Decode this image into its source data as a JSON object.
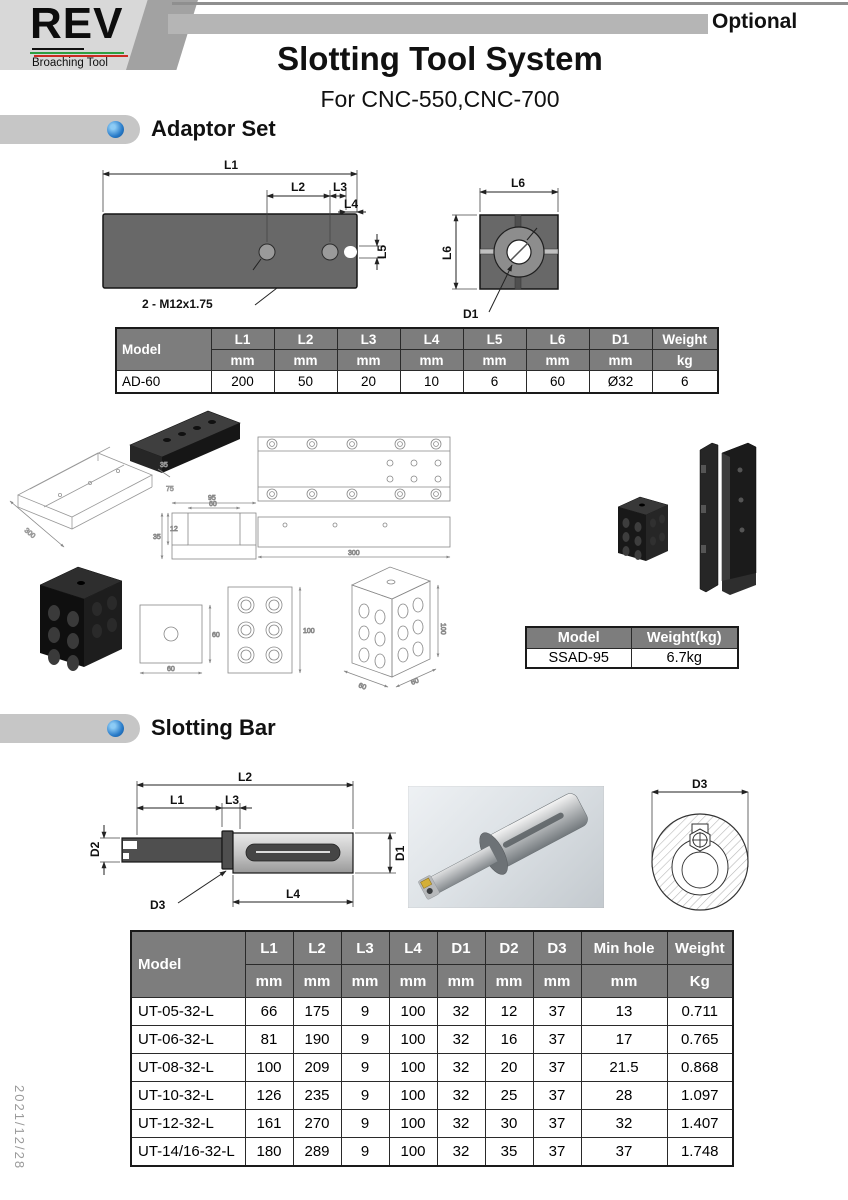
{
  "header": {
    "logo": {
      "text": "REV",
      "subtext": "Broaching Tool"
    },
    "optional_label": "Optional",
    "title": "Slotting Tool System",
    "subtitle": "For CNC-550,CNC-700"
  },
  "sections": {
    "adaptor": {
      "title": "Adaptor Set"
    },
    "slotting": {
      "title": "Slotting Bar"
    }
  },
  "adaptor_drawing": {
    "labels": {
      "l1": "L1",
      "l2": "L2",
      "l3": "L3",
      "l4": "L4",
      "l5": "L5",
      "l6_top": "L6",
      "l6_left": "L6",
      "d1": "D1",
      "thread": "2 - M12x1.75"
    }
  },
  "adaptor_table": {
    "col_model": "Model",
    "columns": [
      "L1",
      "L2",
      "L3",
      "L4",
      "L5",
      "L6",
      "D1",
      "Weight"
    ],
    "units": [
      "mm",
      "mm",
      "mm",
      "mm",
      "mm",
      "mm",
      "mm",
      "kg"
    ],
    "rows": [
      [
        "AD-60",
        "200",
        "50",
        "20",
        "10",
        "6",
        "60",
        "Ø32",
        "6"
      ]
    ]
  },
  "iso_dims": {
    "channel_length": "300",
    "channel_h1": "35",
    "channel_h2": "75",
    "section_w": "95",
    "section_inner": "60",
    "section_h1": "35",
    "section_h2": "12",
    "plate_length": "300",
    "square_w": "60",
    "square_h": "60",
    "front_h": "100",
    "block_h": "100",
    "block_w": "60",
    "block_d": "60"
  },
  "ssad_table": {
    "headers": [
      "Model",
      "Weight(kg)"
    ],
    "rows": [
      [
        "SSAD-95",
        "6.7kg"
      ]
    ]
  },
  "slotbar_drawing": {
    "labels": {
      "l1": "L1",
      "l2": "L2",
      "l3": "L3",
      "l4": "L4",
      "d1": "D1",
      "d2": "D2",
      "d3": "D3"
    }
  },
  "endview_drawing": {
    "labels": {
      "d3": "D3"
    }
  },
  "slotting_table": {
    "col_model": "Model",
    "columns": [
      "L1",
      "L2",
      "L3",
      "L4",
      "D1",
      "D2",
      "D3",
      "Min hole",
      "Weight"
    ],
    "units": [
      "mm",
      "mm",
      "mm",
      "mm",
      "mm",
      "mm",
      "mm",
      "mm",
      "Kg"
    ],
    "rows": [
      [
        "UT-05-32-L",
        "66",
        "175",
        "9",
        "100",
        "32",
        "12",
        "37",
        "13",
        "0.711"
      ],
      [
        "UT-06-32-L",
        "81",
        "190",
        "9",
        "100",
        "32",
        "16",
        "37",
        "17",
        "0.765"
      ],
      [
        "UT-08-32-L",
        "100",
        "209",
        "9",
        "100",
        "32",
        "20",
        "37",
        "21.5",
        "0.868"
      ],
      [
        "UT-10-32-L",
        "126",
        "235",
        "9",
        "100",
        "32",
        "25",
        "37",
        "28",
        "1.097"
      ],
      [
        "UT-12-32-L",
        "161",
        "270",
        "9",
        "100",
        "32",
        "30",
        "37",
        "32",
        "1.407"
      ],
      [
        "UT-14/16-32-L",
        "180",
        "289",
        "9",
        "100",
        "32",
        "35",
        "37",
        "37",
        "1.748"
      ]
    ]
  },
  "footer": {
    "date": "2021/12/28"
  },
  "colors": {
    "accent_blue": "#2a7cc9",
    "table_header_gray": "#7d7d7d",
    "section_bar_gray": "#c6c6c6",
    "drawing_fill_gray": "#686868",
    "gold_insert": "#d4af37"
  }
}
